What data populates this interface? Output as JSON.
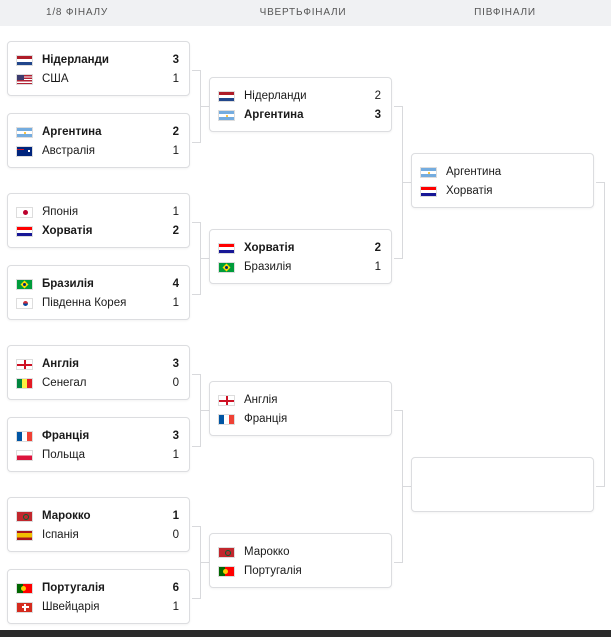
{
  "headers": {
    "r16": "1/8 ФІНАЛУ",
    "qf": "ЧВЕРТЬФІНАЛИ",
    "sf": "ПІВФІНАЛИ"
  },
  "r16": [
    {
      "a": {
        "name": "Нідерланди",
        "score": "3",
        "bold": true,
        "flag": "nl"
      },
      "b": {
        "name": "США",
        "score": "1",
        "bold": false,
        "flag": "us"
      }
    },
    {
      "a": {
        "name": "Аргентина",
        "score": "2",
        "bold": true,
        "flag": "ar"
      },
      "b": {
        "name": "Австралія",
        "score": "1",
        "bold": false,
        "flag": "au"
      }
    },
    {
      "a": {
        "name": "Японія",
        "score": "1",
        "bold": false,
        "flag": "jp"
      },
      "b": {
        "name": "Хорватія",
        "score": "2",
        "bold": true,
        "flag": "hr"
      }
    },
    {
      "a": {
        "name": "Бразилія",
        "score": "4",
        "bold": true,
        "flag": "br"
      },
      "b": {
        "name": "Південна Корея",
        "score": "1",
        "bold": false,
        "flag": "kr"
      }
    },
    {
      "a": {
        "name": "Англія",
        "score": "3",
        "bold": true,
        "flag": "en"
      },
      "b": {
        "name": "Сенегал",
        "score": "0",
        "bold": false,
        "flag": "sn"
      }
    },
    {
      "a": {
        "name": "Франція",
        "score": "3",
        "bold": true,
        "flag": "fr"
      },
      "b": {
        "name": "Польща",
        "score": "1",
        "bold": false,
        "flag": "pl"
      }
    },
    {
      "a": {
        "name": "Марокко",
        "score": "1",
        "bold": true,
        "flag": "ma"
      },
      "b": {
        "name": "Іспанія",
        "score": "0",
        "bold": false,
        "flag": "es"
      }
    },
    {
      "a": {
        "name": "Португалія",
        "score": "6",
        "bold": true,
        "flag": "pt"
      },
      "b": {
        "name": "Швейцарія",
        "score": "1",
        "bold": false,
        "flag": "ch"
      }
    }
  ],
  "qf": [
    {
      "a": {
        "name": "Нідерланди",
        "score": "2",
        "bold": false,
        "flag": "nl"
      },
      "b": {
        "name": "Аргентина",
        "score": "3",
        "bold": true,
        "flag": "ar"
      }
    },
    {
      "a": {
        "name": "Хорватія",
        "score": "2",
        "bold": true,
        "flag": "hr"
      },
      "b": {
        "name": "Бразилія",
        "score": "1",
        "bold": false,
        "flag": "br"
      }
    },
    {
      "a": {
        "name": "Англія",
        "score": "",
        "bold": false,
        "flag": "en"
      },
      "b": {
        "name": "Франція",
        "score": "",
        "bold": false,
        "flag": "fr"
      }
    },
    {
      "a": {
        "name": "Марокко",
        "score": "",
        "bold": false,
        "flag": "ma"
      },
      "b": {
        "name": "Португалія",
        "score": "",
        "bold": false,
        "flag": "pt"
      }
    }
  ],
  "sf": [
    {
      "a": {
        "name": "Аргентина",
        "score": "",
        "bold": false,
        "flag": "ar"
      },
      "b": {
        "name": "Хорватія",
        "score": "",
        "bold": false,
        "flag": "hr"
      }
    },
    {
      "a": {
        "name": "",
        "score": "",
        "bold": false,
        "flag": ""
      },
      "b": {
        "name": "",
        "score": "",
        "bold": false,
        "flag": ""
      }
    }
  ]
}
